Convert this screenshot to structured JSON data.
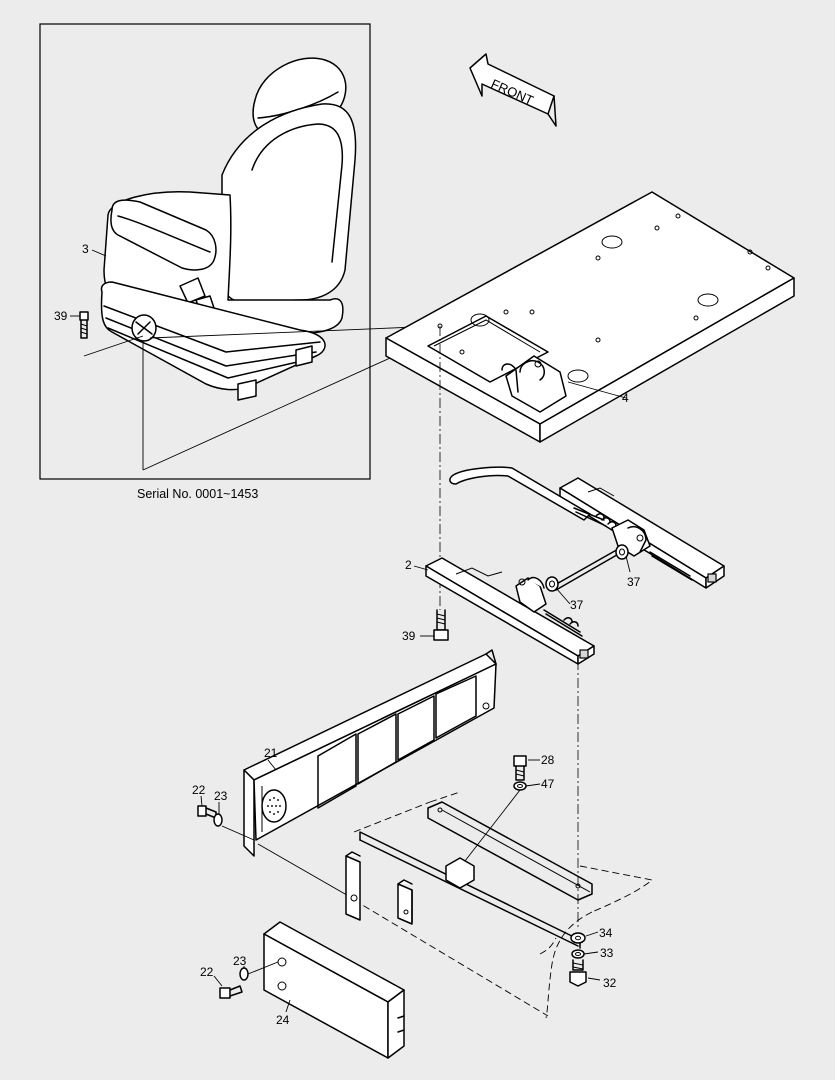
{
  "inset": {
    "caption": "Serial No. 0001~1453"
  },
  "front_arrow": {
    "label": "FRONT"
  },
  "callouts": {
    "seat_assembly": "3",
    "seat_bolt_inset": "39",
    "seat_plate": "4",
    "slide_rail": "2",
    "rail_bolt": "39",
    "spring_washer_left": "37",
    "spring_washer_right": "37",
    "front_cover": "21",
    "bolt_upper": "22",
    "washer_upper": "23",
    "bolt_28": "28",
    "washer_47": "47",
    "washer_34": "34",
    "washer_33": "33",
    "nut_32": "32",
    "bolt_lower": "22",
    "washer_lower": "23",
    "side_cover": "24"
  }
}
